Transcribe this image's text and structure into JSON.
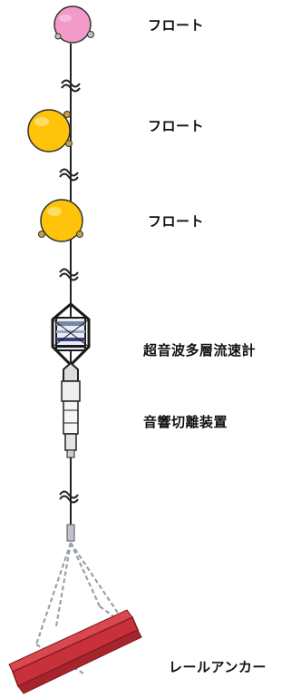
{
  "labels": {
    "float_1": "フロート",
    "float_2": "フロート",
    "float_3": "フロート",
    "adcp": "超音波多層流速計",
    "releaser": "音響切離装置",
    "anchor": "レールアンカー"
  },
  "colors": {
    "float_top": "#f29ac8",
    "float_main": "#ffc40a",
    "float_outline": "#333333",
    "line": "#222222",
    "instrument_body": "#e8ecf4",
    "instrument_frame": "#1a1a1a",
    "releaser_body": "#eeeeee",
    "chain": "#b8bcc4",
    "anchor": "#c8303a"
  },
  "icons": {
    "float_1": "float-buoy-pink",
    "float_2": "float-buoy-yellow",
    "float_3": "float-buoy-yellow",
    "adcp": "adcp-instrument",
    "releaser": "acoustic-release",
    "anchor": "rail-anchor"
  }
}
